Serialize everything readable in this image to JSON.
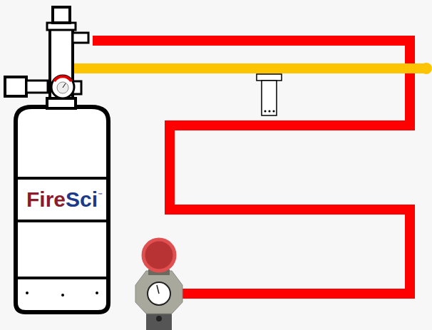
{
  "diagram": {
    "labels": [
      "Fire",
      "Sci",
      "™"
    ]
  }
}
